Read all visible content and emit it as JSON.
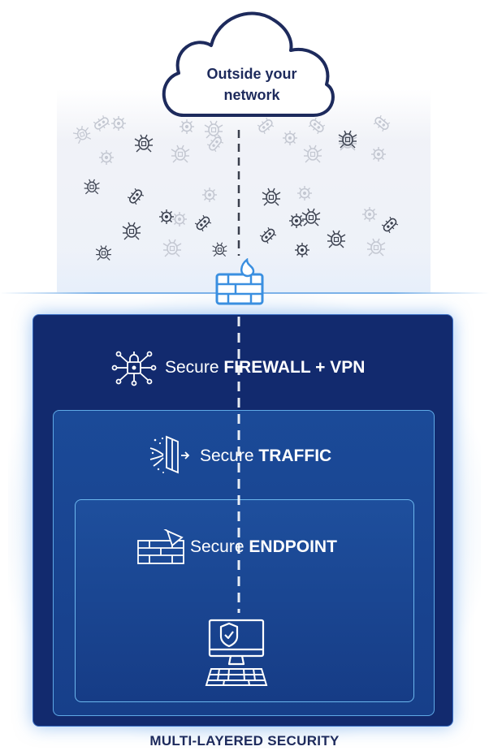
{
  "cloud": {
    "line1": "Outside your",
    "line2": "network"
  },
  "layers": {
    "firewall": {
      "prefix": "Secure",
      "emphasis": "FIREWALL + VPN"
    },
    "traffic": {
      "prefix": "Secure",
      "emphasis": "TRAFFIC"
    },
    "endpoint": {
      "prefix": "Secure",
      "emphasis": "ENDPOINT"
    }
  },
  "footer": {
    "title": "MULTI-LAYERED SECURITY"
  },
  "colors": {
    "navy": "#122a6e",
    "panel_mid": "#1b4a98",
    "panel_border": "#5fa9e6",
    "text_dark": "#1d2a5c",
    "firewall_blue": "#3a8fe0"
  },
  "icons": [
    "cloud-icon",
    "bug-icon",
    "firewall-icon",
    "network-lock-icon",
    "traffic-shield-icon",
    "brick-wall-trowel-icon",
    "monitor-shield-icon",
    "keyboard-icon"
  ]
}
